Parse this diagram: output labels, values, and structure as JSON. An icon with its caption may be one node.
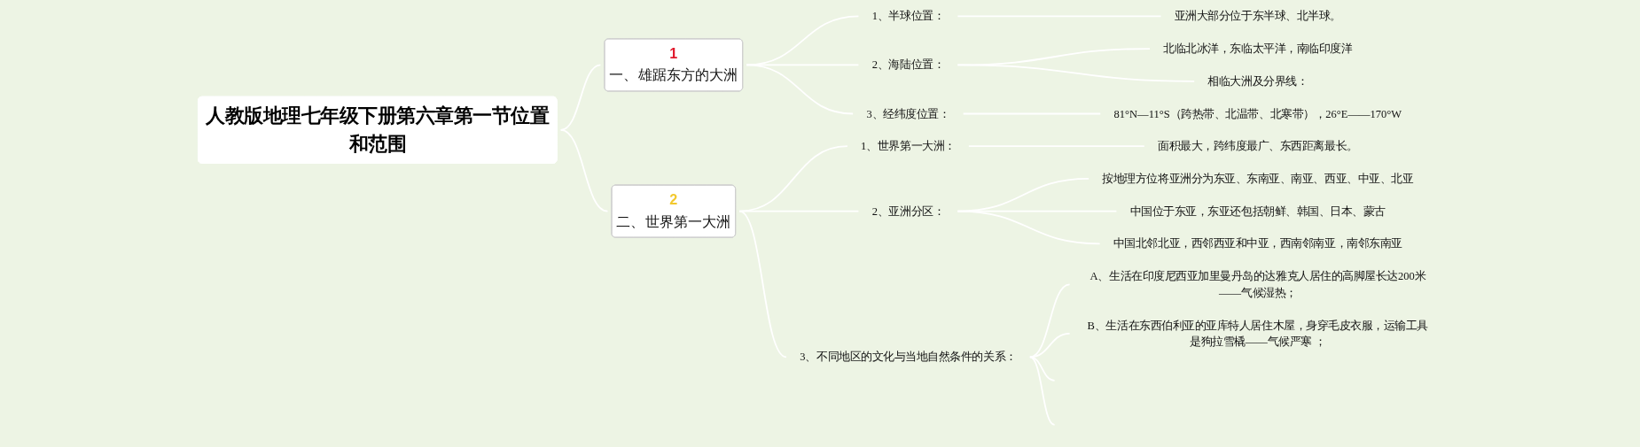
{
  "diagram": {
    "nodes": [
      {
        "text": [
          "人教版地理七年级下册第六章第一节位置和范围"
        ]
      },
      {
        "text": [
          "1",
          "一、雄踞东方的大洲"
        ]
      },
      {
        "text": [
          "1、半球位置："
        ]
      },
      {
        "text": [
          "亚洲大部分位于东半球、北半球。"
        ]
      },
      {
        "text": [
          "2、海陆位置："
        ]
      },
      {
        "text": [
          "北临北冰洋，东临太平洋，南临印度洋"
        ]
      },
      {
        "text": [
          "相临大洲及分界线："
        ]
      },
      {
        "text": [
          "3、经纬度位置："
        ]
      },
      {
        "text": [
          "81°N—11°S（跨热带、北温带、北寒带），26°E——170°W"
        ]
      },
      {
        "text": [
          "2",
          "二、世界第一大洲"
        ]
      },
      {
        "text": [
          "1、世界第一大洲："
        ]
      },
      {
        "text": [
          "面积最大，跨纬度最广、东西距离最长。"
        ]
      },
      {
        "text": [
          "2、亚洲分区："
        ]
      },
      {
        "text": [
          "按地理方位将亚洲分为东亚、东南亚、南亚、西亚、中亚、北亚"
        ]
      },
      {
        "text": [
          "中国位于东亚，东亚还包括朝鲜、韩国、日本、蒙古"
        ]
      },
      {
        "text": [
          "中国北邻北亚，西邻西亚和中亚，西南邻南亚，南邻东南亚"
        ]
      },
      {
        "text": [
          "3、不同地区的文化与当地自然条件的关系："
        ]
      },
      {
        "text": [
          "A、生活在印度尼西亚加里曼丹岛的达雅克人居住的高脚屋长达200米——气候湿热；"
        ]
      },
      {
        "text": [
          "B、生活在东西伯利亚的亚库特人居住木屋，身穿毛皮衣服，运输工具是狗拉雪橇——气候严寒 ；"
        ]
      }
    ],
    "edges": [
      {
        "from": 0,
        "to": 1,
        "arrow": "none"
      },
      {
        "from": 1,
        "to": 2,
        "arrow": "none"
      },
      {
        "from": 2,
        "to": 3,
        "arrow": "none"
      },
      {
        "from": 1,
        "to": 4,
        "arrow": "none"
      },
      {
        "from": 4,
        "to": 5,
        "arrow": "none"
      },
      {
        "from": 4,
        "to": 6,
        "arrow": "none"
      },
      {
        "from": 1,
        "to": 7,
        "arrow": "none"
      },
      {
        "from": 7,
        "to": 8,
        "arrow": "none"
      },
      {
        "from": 0,
        "to": 9,
        "arrow": "none"
      },
      {
        "from": 9,
        "to": 10,
        "arrow": "none"
      },
      {
        "from": 10,
        "to": 11,
        "arrow": "none"
      },
      {
        "from": 9,
        "to": 12,
        "arrow": "none"
      },
      {
        "from": 12,
        "to": 13,
        "arrow": "none"
      },
      {
        "from": 12,
        "to": 14,
        "arrow": "none"
      },
      {
        "from": 12,
        "to": 15,
        "arrow": "none"
      },
      {
        "from": 9,
        "to": 16,
        "arrow": "none"
      },
      {
        "from": 16,
        "to": 17,
        "arrow": "none"
      },
      {
        "from": 16,
        "to": 18,
        "arrow": "none"
      },
      {
        "from": 16,
        "to": null,
        "arrow": "none"
      },
      {
        "from": 16,
        "to": null,
        "arrow": "none"
      }
    ]
  }
}
